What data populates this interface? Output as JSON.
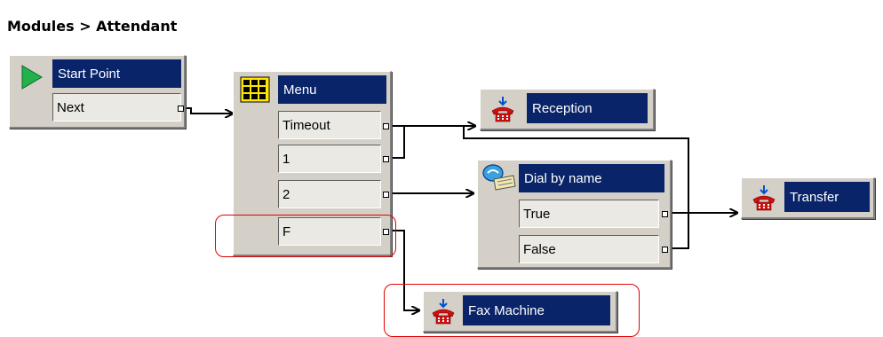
{
  "breadcrumb": "Modules > Attendant",
  "nodes": {
    "start": {
      "title": "Start Point",
      "ports": [
        "Next"
      ]
    },
    "menu": {
      "title": "Menu",
      "ports": [
        "Timeout",
        "1",
        "2",
        "F"
      ]
    },
    "reception": {
      "title": "Reception"
    },
    "dial_by_name": {
      "title": "Dial by name",
      "ports": [
        "True",
        "False"
      ]
    },
    "transfer": {
      "title": "Transfer"
    },
    "fax_machine": {
      "title": "Fax Machine"
    }
  },
  "icons": {
    "start": "green-play-triangle",
    "menu": "keypad-grid",
    "transfer": "red-telephone-with-arrow",
    "dial_by_name": "phone-directory"
  },
  "colors": {
    "title_bar": "#0a246a",
    "node_body": "#d4d0c8",
    "highlight": "#e00000"
  }
}
